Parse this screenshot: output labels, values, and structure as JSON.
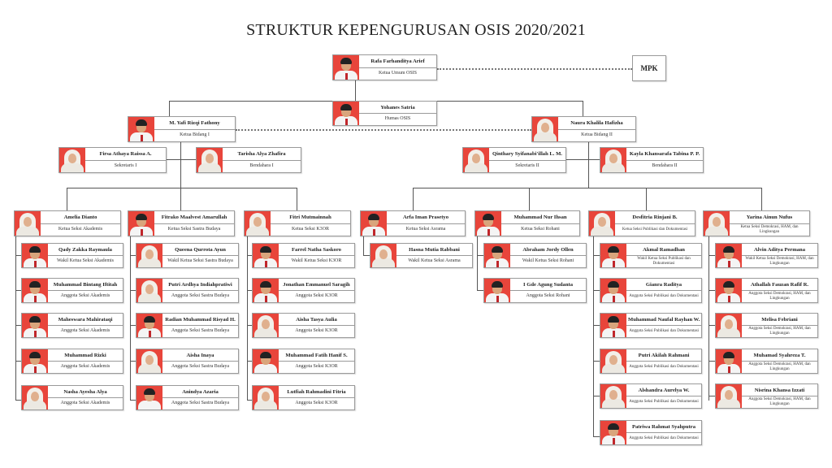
{
  "title": "STRUKTUR KEPENGURUSAN OSIS 2020/2021",
  "mpk": "MPK",
  "colors": {
    "photo_bg": "#e8453b",
    "border": "#9a9a9a",
    "line": "#555555"
  },
  "top": {
    "ketua_umum": {
      "name": "Rafa Farhanditya Arief",
      "role": "Ketua Umum OSIS"
    },
    "humas": {
      "name": "Yohanes Satria",
      "role": "Humas OSIS"
    }
  },
  "bidang1": {
    "ketua": {
      "name": "M. Yafi Rizqi Fathony",
      "role": "Ketua Bidang I"
    },
    "sekretaris": {
      "name": "Firsa Athaya Raissa A.",
      "role": "Sekretaris I"
    },
    "bendahara": {
      "name": "Tarisha Alya Zhafira",
      "role": "Bendahara I"
    },
    "sections": [
      {
        "ketua": {
          "name": "Amelia Dianto",
          "role": "Ketua Seksi Akademis"
        },
        "members": [
          {
            "name": "Qady Zakka Raymaula",
            "role": "Wakil Ketua Seksi Akademis"
          },
          {
            "name": "Muhammad Bintang Iftitah",
            "role": "Anggota Seksi Akademis"
          },
          {
            "name": "Maheswara Mahirataqi",
            "role": "Anggota Seksi Akademis"
          },
          {
            "name": "Muhammad Rizki",
            "role": "Anggota Seksi Akademis"
          },
          {
            "name": "Nasha Ayesha Alya",
            "role": "Anggota Seksi Akademis"
          }
        ]
      },
      {
        "ketua": {
          "name": "Fitrako Maalvest Amarullah",
          "role": "Ketua Seksi Sastra Budaya"
        },
        "members": [
          {
            "name": "Queena Qurrota Ayun",
            "role": "Wakil Ketua Seksi Sastra Budaya"
          },
          {
            "name": "Putri Ardhya Indiahpratiwi",
            "role": "Anggota Seksi Sastra Budaya"
          },
          {
            "name": "Radian Muhammad Risyad H.",
            "role": "Anggota Seksi Sastra Budaya"
          },
          {
            "name": "Aisha Inaya",
            "role": "Anggota Seksi Sastra Budaya"
          },
          {
            "name": "Anindya Azaria",
            "role": "Anggota Seksi Sastra Budaya"
          }
        ]
      },
      {
        "ketua": {
          "name": "Fitri Mutmainnah",
          "role": "Ketua Seksi K3OR"
        },
        "members": [
          {
            "name": "Farrel Natha Saskoro",
            "role": "Wakil Ketua Seksi K3OR"
          },
          {
            "name": "Jonathan Emmanuel Saragih",
            "role": "Anggota Seksi K3OR"
          },
          {
            "name": "Aisha Tasya Aulia",
            "role": "Anggota Seksi K3OR"
          },
          {
            "name": "Muhammad Fatih Hanif S.",
            "role": "Anggota Seksi K3OR"
          },
          {
            "name": "Lutfiah Rahmadini Fitria",
            "role": "Anggota Seksi K3OR"
          }
        ]
      }
    ]
  },
  "bidang2": {
    "ketua": {
      "name": "Naura Khalila Hafizha",
      "role": "Ketua Bidang II"
    },
    "sekretaris": {
      "name": "Qinthary Syifanabi'illah L. M.",
      "role": "Sekretaris II"
    },
    "bendahara": {
      "name": "Kayla Khansarafa Tabina P. P.",
      "role": "Bendahara II"
    },
    "sections": [
      {
        "ketua": {
          "name": "Arfa Iman Prasetyo",
          "role": "Ketua Seksi Asrama"
        },
        "members": [
          {
            "name": "Hasna Mutia Rabbani",
            "role": "Wakil Ketua Seksi Asrama"
          }
        ]
      },
      {
        "ketua": {
          "name": "Muhammad Nur Ihsan",
          "role": "Ketua Seksi Rohani"
        },
        "members": [
          {
            "name": "Abraham Jordy Ollen",
            "role": "Wakil Ketua Seksi Rohani"
          },
          {
            "name": "I Gde Agung Sudanta",
            "role": "Anggota Seksi Rohani"
          }
        ]
      },
      {
        "ketua": {
          "name": "Desfitria Rinjani B.",
          "role": "Ketua Seksi Publikasi dan Dokumentasi"
        },
        "members": [
          {
            "name": "Akmal Ramadhan",
            "role": "Wakil Ketua Seksi Publikasi dan Dokumentasi"
          },
          {
            "name": "Gianra Raditya",
            "role": "Anggota Seksi Publikasi dan Dokumentasi"
          },
          {
            "name": "Muhammad Naufal Rayhan W.",
            "role": "Anggota Seksi Publikasi dan Dokumentasi"
          },
          {
            "name": "Putri Akilah Rahmani",
            "role": "Anggota Seksi Publikasi dan Dokumentasi"
          },
          {
            "name": "Alshandra Aurelya W.",
            "role": "Anggota Seksi Publikasi dan Dokumentasi"
          },
          {
            "name": "Patriwa Rahmat Syahputra",
            "role": "Anggota Seksi Publikasi dan Dokumentasi"
          }
        ]
      },
      {
        "ketua": {
          "name": "Yarina Ainun Nufus",
          "role": "Ketua Seksi Demokrasi, HAM, dan Lingkungan"
        },
        "members": [
          {
            "name": "Alvin Aditya Permana",
            "role": "Wakil Ketua Seksi Demokrasi, HAM, dan Lingkungan"
          },
          {
            "name": "Athallah Fauzan Rafif R.",
            "role": "Anggota Seksi Demokrasi, HAM, dan Lingkungan"
          },
          {
            "name": "Melisa Febriani",
            "role": "Anggota Seksi Demokrasi, HAM, dan Lingkungan"
          },
          {
            "name": "Muhamad Syahreza T.",
            "role": "Anggota Seksi Demokrasi, HAM, dan Lingkungan"
          },
          {
            "name": "Nisrina Khansa Izzati",
            "role": "Anggota Seksi Demokrasi, HAM, dan Lingkungan"
          }
        ]
      }
    ]
  }
}
